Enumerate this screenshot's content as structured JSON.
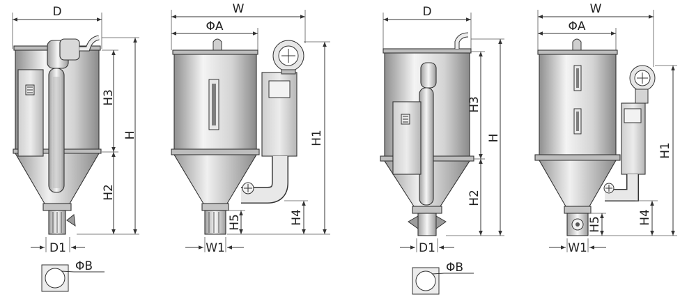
{
  "diagrams": [
    {
      "side_view": {
        "width_label": "D",
        "total_height_label": "H",
        "upper_height_label": "H3",
        "lower_height_label": "H2",
        "base_label": "D1"
      },
      "front_view": {
        "width_label": "W",
        "diameter_label": "ΦA",
        "total_height_label": "H1",
        "outlet_height_label": "H4",
        "base_height_label": "H5",
        "base_label": "W1"
      },
      "base_detail_label": "ΦB"
    },
    {
      "side_view": {
        "width_label": "D",
        "total_height_label": "H",
        "upper_height_label": "H3",
        "lower_height_label": "H2",
        "base_label": "D1"
      },
      "front_view": {
        "width_label": "W",
        "diameter_label": "ΦA",
        "total_height_label": "H1",
        "outlet_height_label": "H4",
        "base_height_label": "H5",
        "base_label": "W1"
      },
      "base_detail_label": "ΦB"
    }
  ],
  "colors": {
    "metal_light": "#f2f2f2",
    "metal_mid": "#c9c9c9",
    "metal_dark": "#8f8f8f",
    "line": "#333333"
  }
}
